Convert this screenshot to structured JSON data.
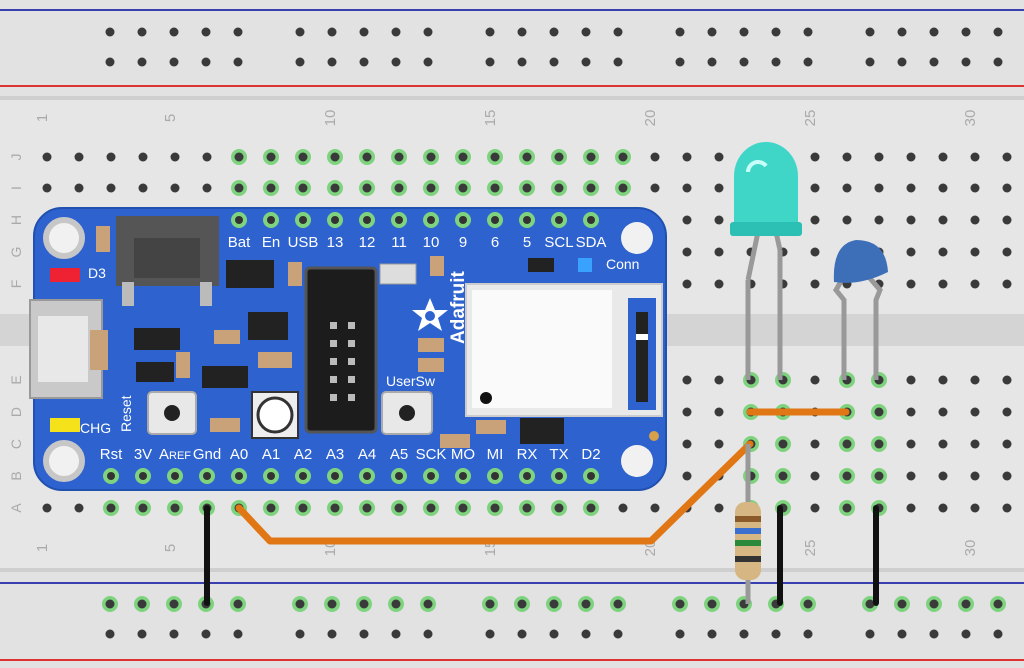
{
  "breadboard": {
    "column_numbers": [
      "1",
      "5",
      "10",
      "15",
      "20",
      "25",
      "30"
    ],
    "row_letters": [
      "J",
      "I",
      "H",
      "G",
      "F",
      "E",
      "D",
      "C",
      "B",
      "A"
    ],
    "colors": {
      "board": "#e6e6e6",
      "hole": "#3a3a3a",
      "connected": "#7ed37e",
      "rail_red": "#d33",
      "rail_blue": "#33a"
    }
  },
  "feather": {
    "brand": "Adafruit",
    "top_pins": [
      "Bat",
      "En",
      "USB",
      "13",
      "12",
      "11",
      "10",
      "9",
      "6",
      "5",
      "SCL",
      "SDA"
    ],
    "bottom_pins": [
      "Rst",
      "3V",
      "Aref",
      "Gnd",
      "A0",
      "A1",
      "A2",
      "A3",
      "A4",
      "A5",
      "SCK",
      "MO",
      "MI",
      "RX",
      "TX",
      "D2"
    ],
    "labels": {
      "d3": "D3",
      "chg": "CHG",
      "reset": "Reset",
      "usersw": "UserSw",
      "conn": "Conn"
    },
    "colors": {
      "pcb": "#2d62cf",
      "led_red": "#e23",
      "led_yellow": "#f5e21a"
    }
  },
  "components": {
    "led": {
      "color": "#3fd6c8"
    },
    "capacitor": {
      "color": "#3d6fb8"
    },
    "wire_orange": {
      "color": "#e07614"
    },
    "wire_black": {
      "color": "#111111"
    }
  }
}
